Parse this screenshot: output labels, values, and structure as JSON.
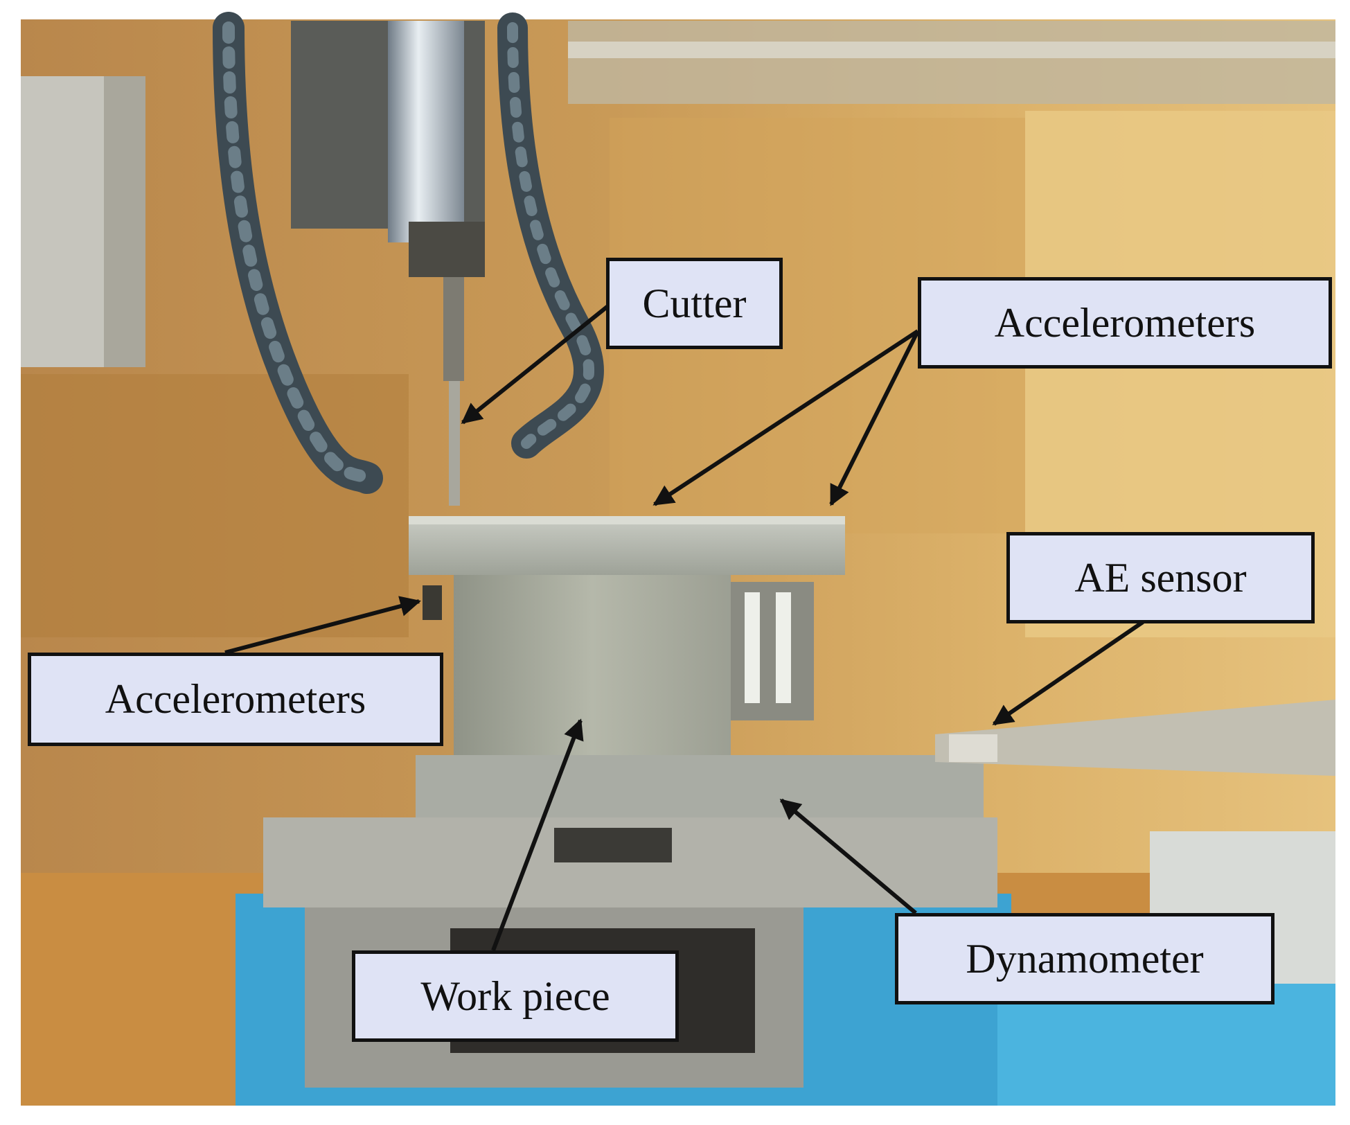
{
  "labels": {
    "cutter": "Cutter",
    "accelerometers_top": "Accelerometers",
    "ae_sensor": "AE sensor",
    "accelerometers_left": "Accelerometers",
    "dynamometer": "Dynamometer",
    "work_piece": "Work piece"
  },
  "colors": {
    "label_fill": "#dfe3f5",
    "label_border": "#111111",
    "arrow": "#111111",
    "machine_ochre": "#c9924a",
    "table_blue": "#3fa0cc"
  }
}
